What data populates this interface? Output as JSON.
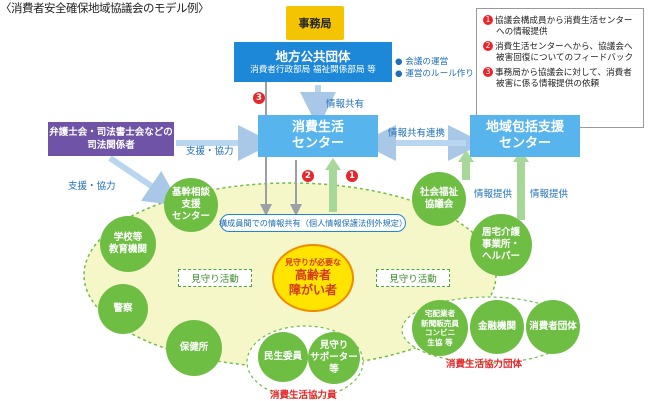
{
  "title": "〈消費者安全確保地域協議会のモデル例〉",
  "secretariat": "事務局",
  "local_gov": {
    "name": "地方公共団体",
    "sub": "消費者行政部局  福祉関係部局 等"
  },
  "local_gov_notes": [
    "会議の運営",
    "運営のルール作り"
  ],
  "consumer_center": [
    "消費生活",
    "センター"
  ],
  "community_center": [
    "地域包括支援",
    "センター"
  ],
  "lawyers": [
    "弁護士会・司法書士会などの",
    "司法関係者"
  ],
  "edges": {
    "info_share": "情報共有",
    "info_share_link": "情報共有連携",
    "support1": "支援・協力",
    "support2": "支援・協力",
    "info_provide1": "情報提供",
    "info_provide2": "情報提供"
  },
  "members_info": "構成員間での情報共有（個人情報保護法例外規定）",
  "watch1": "見守り活動",
  "watch2": "見守り活動",
  "center_target": [
    "見守りが必要な",
    "高齢者",
    "障がい者"
  ],
  "circles": {
    "kihon": [
      "基幹相談",
      "支援",
      "センター"
    ],
    "school": [
      "学校等",
      "教育機関"
    ],
    "police": [
      "警察"
    ],
    "health": [
      "保健所"
    ],
    "welfare": [
      "社会福祉",
      "協議会"
    ],
    "care": [
      "居宅介護",
      "事業所・",
      "ヘルパー"
    ],
    "minsei": [
      "民生委員"
    ],
    "supporter": [
      "見守り",
      "サポーター",
      "等"
    ],
    "business": [
      "宅配業者",
      "新聞販売員",
      "コンビニ",
      "生協 等"
    ],
    "finance": [
      "金融機関"
    ],
    "consumer_org": [
      "消費者団体"
    ]
  },
  "group_labels": {
    "coop_person": "消費生活協力員",
    "coop_org": "消費生活協力団体"
  },
  "legend": [
    {
      "n": "1",
      "lines": [
        "協議会構成員から消費生活センター",
        "への情報提供"
      ]
    },
    {
      "n": "2",
      "lines": [
        "消費生活センターへから、協議会へ",
        "被害回復についてのフィードバック"
      ]
    },
    {
      "n": "3",
      "lines": [
        "事務局から協議会に対して、消費者",
        "被害に係る情報提供の依頼"
      ]
    }
  ],
  "markers": [
    "3",
    "2",
    "1"
  ],
  "colors": {
    "blue": "#1e88d8",
    "light_blue": "#58b4ec",
    "green": "#6fbe44",
    "purple": "#6e53a6",
    "gold": "#f4c400",
    "red": "#e8262b"
  }
}
